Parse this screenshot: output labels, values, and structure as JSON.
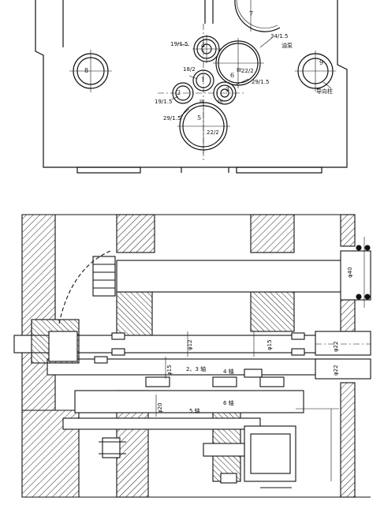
{
  "top_view": {
    "gear_labels": {
      "g1": "1",
      "g2": "2",
      "g3": "3",
      "g4": "4",
      "g5": "5",
      "g6": "6",
      "g7": "7",
      "g8": "8",
      "g9": "9"
    },
    "annotations": {
      "a_19_15_top": "19/1.5",
      "a_18_2": "18/2",
      "a_19_15_left": "19/1.5",
      "a_29_15_left": "29/1.5",
      "a_34_15": "34/1.5",
      "a_oil_pump": "油泵",
      "a_22_2_mid": "22/2",
      "a_29_15_right": "29/1.5",
      "a_22_2_low": "22/2",
      "a_guide_post": "导向柱",
      "a_III_a": "III",
      "a_III_b": "III",
      "a_III_c": "III"
    }
  },
  "section_view": {
    "labels": {
      "phi40": "φ40",
      "phi12": "φ12",
      "phi15_a": "φ15",
      "phi22_a": "φ22",
      "phi15_b": "φ15",
      "shaft_23": "2、3 轴",
      "shaft_4": "4 轴",
      "phi22_b": "φ22",
      "phi20": "φ20",
      "shaft_6": "6 轴",
      "shaft_5": "5 轴"
    }
  }
}
